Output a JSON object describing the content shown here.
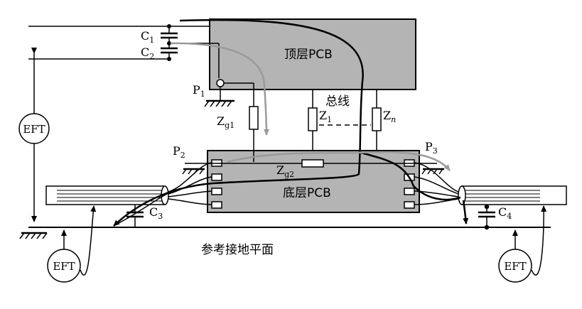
{
  "labels": {
    "top_pcb": "顶层PCB",
    "bottom_pcb": "底层PCB",
    "bus": "总线",
    "ground_plane": "参考接地平面",
    "eft_left": "EFT",
    "eft_bottom_left": "EFT",
    "eft_bottom_right": "EFT"
  },
  "components": {
    "c1": {
      "main": "C",
      "sub": "1"
    },
    "c2": {
      "main": "C",
      "sub": "2"
    },
    "c3": {
      "main": "C",
      "sub": "3"
    },
    "c4": {
      "main": "C",
      "sub": "4"
    },
    "p1": {
      "main": "P",
      "sub": "1"
    },
    "p2": {
      "main": "P",
      "sub": "2"
    },
    "p3": {
      "main": "P",
      "sub": "3"
    },
    "zg1": {
      "main": "Z",
      "sub": "g1"
    },
    "zg2": {
      "main": "Z",
      "sub": "g2"
    },
    "z1": {
      "main": "Z",
      "sub": "1"
    },
    "zn": {
      "main": "Z",
      "sub": "n"
    }
  },
  "colors": {
    "pcb_fill": "#b4b4b4",
    "line": "#000000",
    "current_path_gray": "#9a9a9a"
  }
}
